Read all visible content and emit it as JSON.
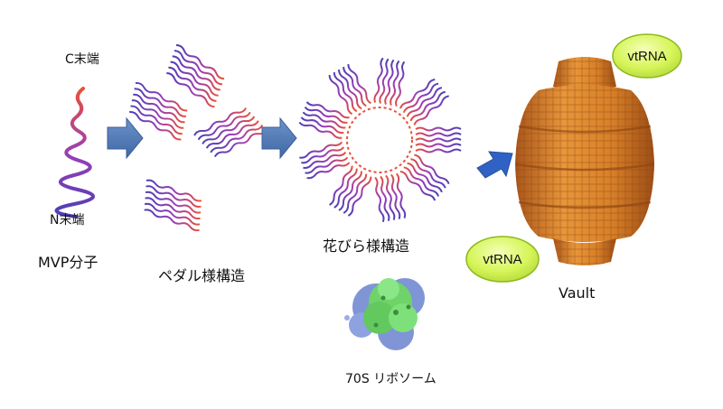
{
  "labels": {
    "c_term": "C末端",
    "n_term": "N末端",
    "mvp": "MVP分子",
    "pedal": "ペダル様構造",
    "petal": "花びら様構造",
    "ribosome": "70S リボソーム",
    "vault": "Vault",
    "vtrna_top": "vtRNA",
    "vtrna_bottom": "vtRNA"
  },
  "colors": {
    "arrow_fill": "#4a74b0",
    "vault_orange": "#d9822b",
    "bubble_fill": "#d6f55a",
    "bubble_stroke": "#8fb81e",
    "strand_blue": "#4d3fb5",
    "strand_purple": "#9b3fb5",
    "strand_red": "#e8503a",
    "ribosome_green": "#6fd36a",
    "ribosome_blue": "#7f95d6"
  }
}
